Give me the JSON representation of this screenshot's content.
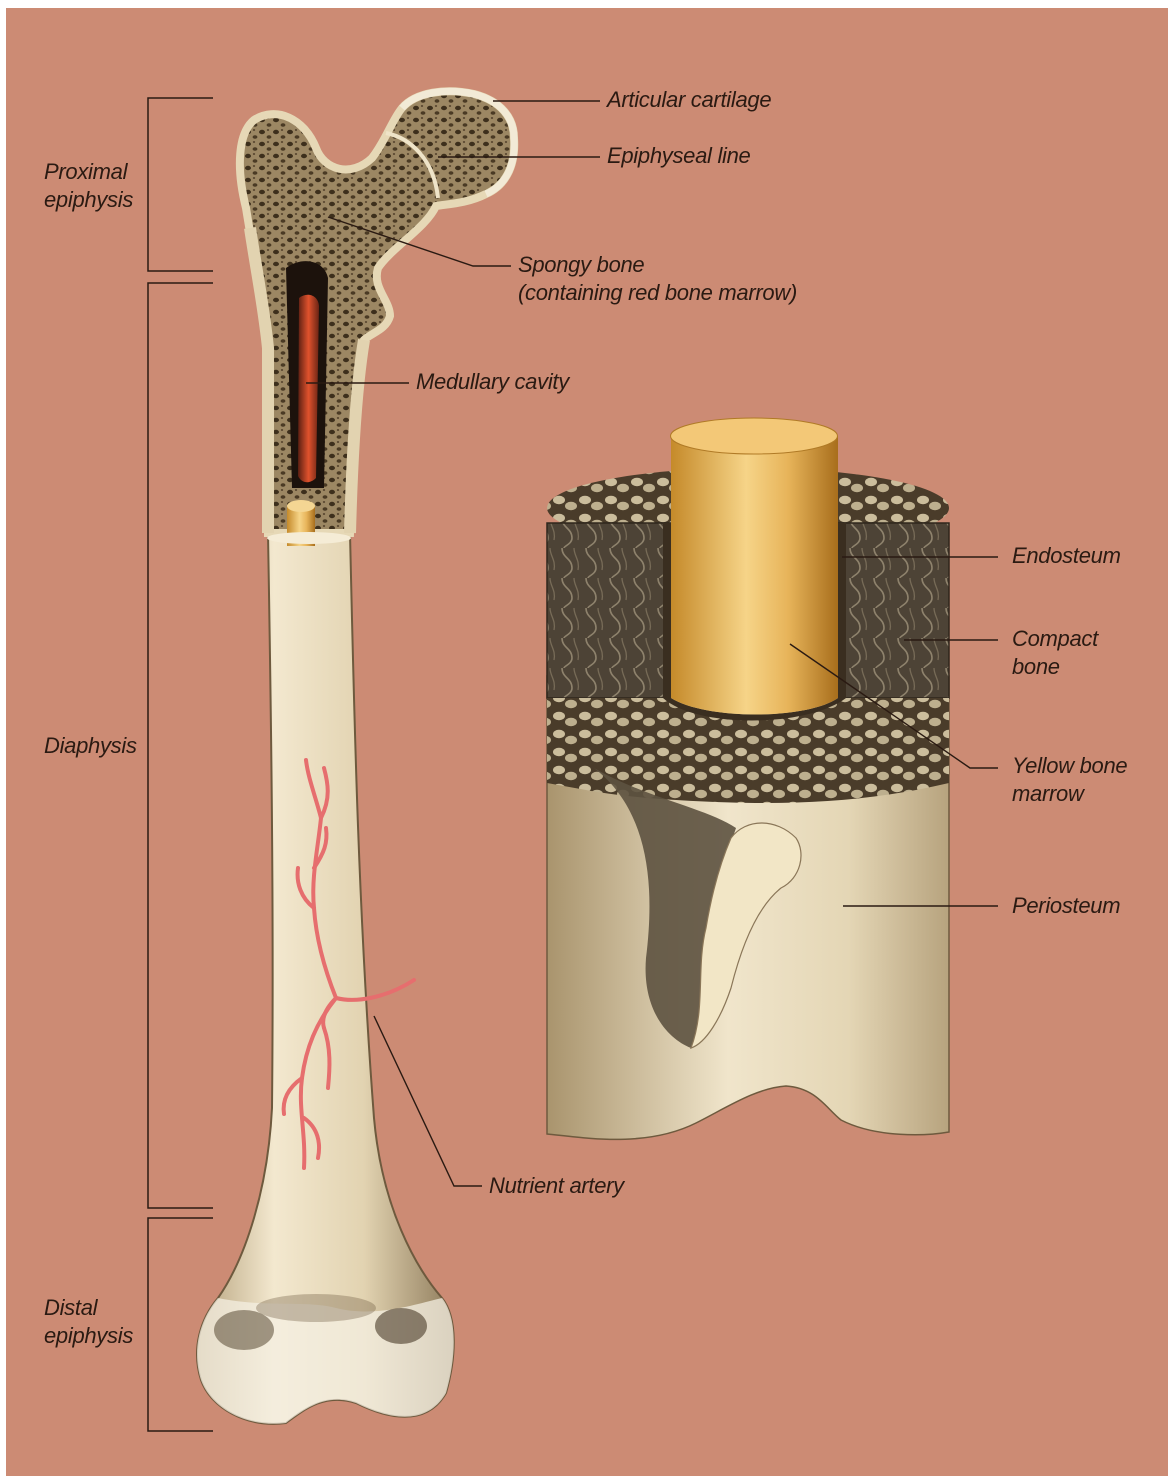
{
  "colors": {
    "background": "#cc8b74",
    "bone": "#e9dcc0",
    "bone_shadow": "#8a7658",
    "spongy": "#8d7a55",
    "red_marrow": "#c8402a",
    "yellow_marrow": "#e0a840",
    "artery": "#e66e6e",
    "lines": "#2a1a12"
  },
  "regions": {
    "proximal_epiphysis": [
      "Proximal",
      "epiphysis"
    ],
    "diaphysis": "Diaphysis",
    "distal_epiphysis": [
      "Distal",
      "epiphysis"
    ]
  },
  "labels": {
    "articular_cartilage": "Articular cartilage",
    "epiphyseal_line": "Epiphyseal line",
    "spongy_bone": [
      "Spongy bone",
      "(containing red bone marrow)"
    ],
    "medullary_cavity": "Medullary cavity",
    "nutrient_artery": "Nutrient artery",
    "endosteum": "Endosteum",
    "compact_bone": [
      "Compact",
      "bone"
    ],
    "yellow_bone_marrow": [
      "Yellow bone",
      "marrow"
    ],
    "periosteum": "Periosteum"
  }
}
